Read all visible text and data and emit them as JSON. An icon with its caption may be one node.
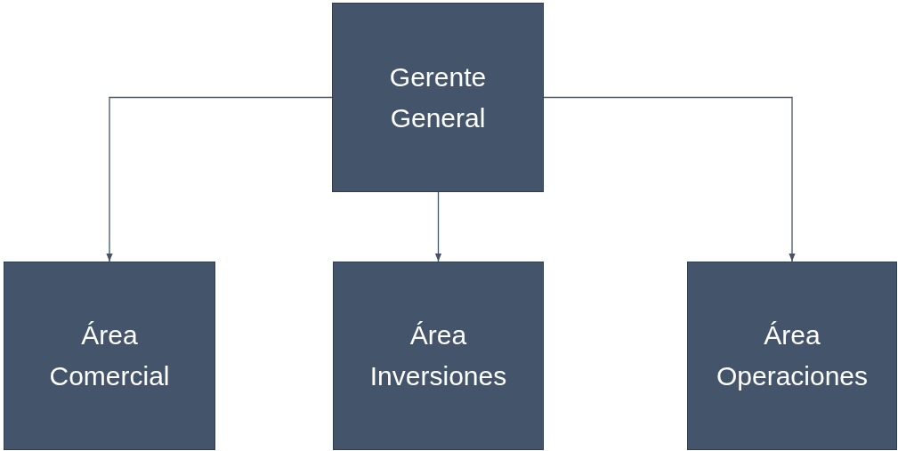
{
  "diagram": {
    "nodes": [
      {
        "text": [
          "Gerente General"
        ]
      },
      {
        "text": [
          "Área Comercial"
        ]
      },
      {
        "text": [
          "Área Inversiones"
        ]
      },
      {
        "text": [
          "Área Operaciones"
        ]
      }
    ],
    "edges": [
      {
        "from": 0,
        "to": 1,
        "arrow": "to"
      },
      {
        "from": 0,
        "to": 2,
        "arrow": "to"
      },
      {
        "from": 0,
        "to": 3,
        "arrow": "to"
      }
    ]
  }
}
